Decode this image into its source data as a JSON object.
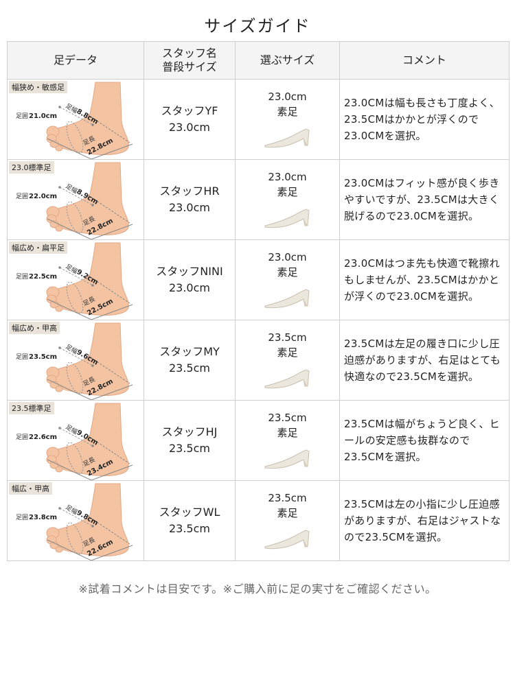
{
  "title": "サイズガイド",
  "headers": {
    "foot": "足データ",
    "staff_line1": "スタッフ名",
    "staff_line2": "普段サイズ",
    "choose": "選ぶサイズ",
    "comment": "コメント"
  },
  "rows": [
    {
      "tag": "幅狭め・敏感足",
      "circ_label": "足囲",
      "circ": "21.0cm",
      "width_label": "足幅",
      "width": "8.8cm",
      "length_label": "足長",
      "length": "22.8cm",
      "staff": "スタッフYF",
      "usual": "23.0cm",
      "pick_size": "23.0cm",
      "pick_note": "素足",
      "comment": "23.0CMは幅も長さも丁度よく、23.5CMはかかとが浮くので23.0CMを選択。"
    },
    {
      "tag": "23.0標準足",
      "circ_label": "足囲",
      "circ": "22.0cm",
      "width_label": "足幅",
      "width": "8.9cm",
      "length_label": "足長",
      "length": "22.8cm",
      "staff": "スタッフHR",
      "usual": "23.0cm",
      "pick_size": "23.0cm",
      "pick_note": "素足",
      "comment": "23.0CMはフィット感が良く歩きやすいですが、23.5CMは大きく脱げるので23.0CMを選択。"
    },
    {
      "tag": "幅広め・扁平足",
      "circ_label": "足囲",
      "circ": "22.5cm",
      "width_label": "足幅",
      "width": "9.2cm",
      "length_label": "足長",
      "length": "22.5cm",
      "staff": "スタッフNINI",
      "usual": "23.0cm",
      "pick_size": "23.0cm",
      "pick_note": "素足",
      "comment": "23.0CMはつま先も快適で靴擦れもしませんが、23.5CMはかかとが浮くので23.0CMを選択。"
    },
    {
      "tag": "幅広め・甲高",
      "circ_label": "足囲",
      "circ": "23.5cm",
      "width_label": "足幅",
      "width": "9.6cm",
      "length_label": "足長",
      "length": "22.8cm",
      "staff": "スタッフMY",
      "usual": "23.5cm",
      "pick_size": "23.5cm",
      "pick_note": "素足",
      "comment": "23.5CMは左足の履き口に少し圧迫感がありますが、右足はとても快適なので23.5CMを選択。"
    },
    {
      "tag": "23.5標準足",
      "circ_label": "足囲",
      "circ": "22.6cm",
      "width_label": "足幅",
      "width": "9.0cm",
      "length_label": "足長",
      "length": "23.4cm",
      "staff": "スタッフHJ",
      "usual": "23.5cm",
      "pick_size": "23.5cm",
      "pick_note": "素足",
      "comment": "23.5CMは幅がちょうど良く、ヒールの安定感も抜群なので23.5CMを選択。"
    },
    {
      "tag": "幅広・甲高",
      "circ_label": "足囲",
      "circ": "23.8cm",
      "width_label": "足幅",
      "width": "9.8cm",
      "length_label": "足長",
      "length": "22.6cm",
      "staff": "スタッフWL",
      "usual": "23.5cm",
      "pick_size": "23.5cm",
      "pick_note": "素足",
      "comment": "23.5CMは左の小指に少し圧迫感がありますが、右足はジャストなので23.5CMを選択。"
    }
  ],
  "note": "※試着コメントは目安です。※ご購入前に足の実寸をご確認ください。",
  "colors": {
    "skin": "#f3c3a2",
    "skin_dark": "#e3a886",
    "tag_bg": "#e9e3da",
    "shoe": "#ece7dc",
    "border": "#cfcfcf"
  }
}
